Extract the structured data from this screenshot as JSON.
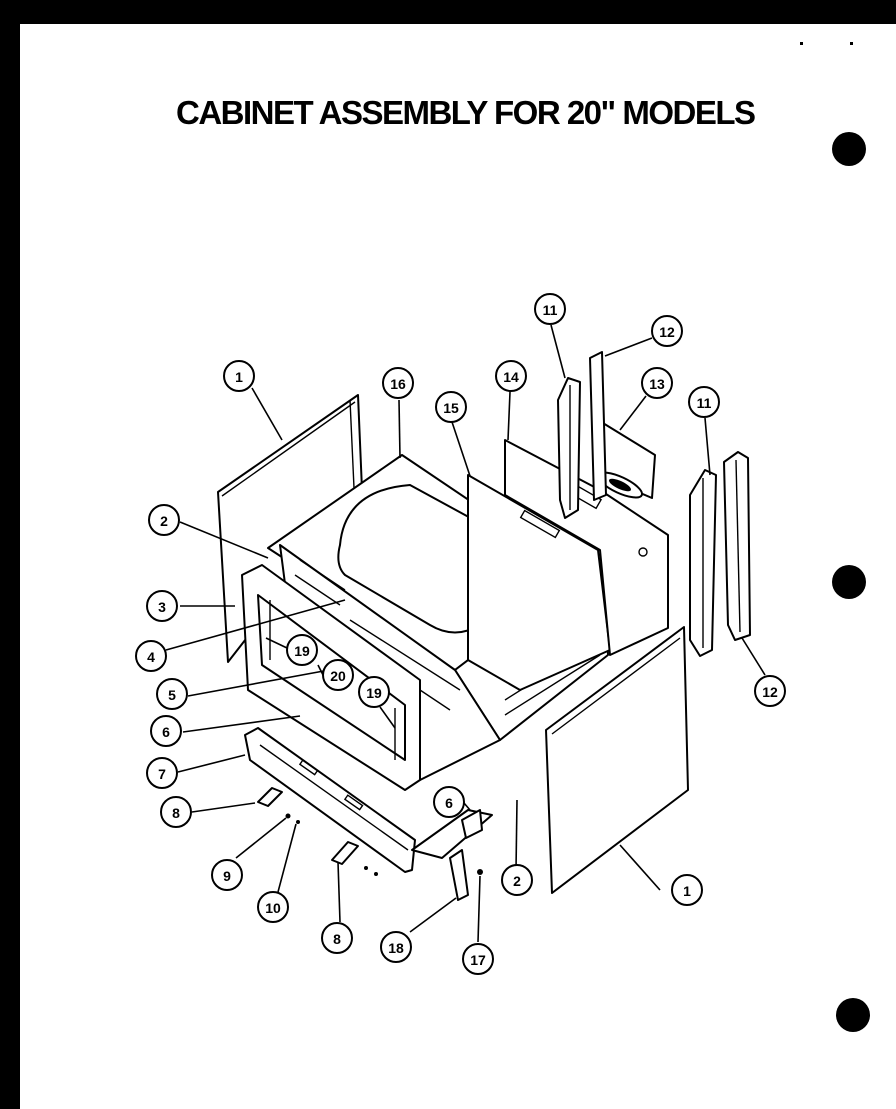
{
  "title": "CABINET ASSEMBLY FOR 20\" MODELS",
  "callouts": [
    {
      "id": "c1a",
      "label": "1"
    },
    {
      "id": "c1b",
      "label": "1"
    },
    {
      "id": "c2a",
      "label": "2"
    },
    {
      "id": "c2b",
      "label": "2"
    },
    {
      "id": "c3",
      "label": "3"
    },
    {
      "id": "c4",
      "label": "4"
    },
    {
      "id": "c5",
      "label": "5"
    },
    {
      "id": "c6a",
      "label": "6"
    },
    {
      "id": "c6b",
      "label": "6"
    },
    {
      "id": "c7",
      "label": "7"
    },
    {
      "id": "c8a",
      "label": "8"
    },
    {
      "id": "c8b",
      "label": "8"
    },
    {
      "id": "c9",
      "label": "9"
    },
    {
      "id": "c10",
      "label": "10"
    },
    {
      "id": "c11a",
      "label": "11"
    },
    {
      "id": "c11b",
      "label": "11"
    },
    {
      "id": "c12a",
      "label": "12"
    },
    {
      "id": "c12b",
      "label": "12"
    },
    {
      "id": "c13",
      "label": "13"
    },
    {
      "id": "c14",
      "label": "14"
    },
    {
      "id": "c15",
      "label": "15"
    },
    {
      "id": "c16",
      "label": "16"
    },
    {
      "id": "c17",
      "label": "17"
    },
    {
      "id": "c18",
      "label": "18"
    },
    {
      "id": "c19a",
      "label": "19"
    },
    {
      "id": "c19b",
      "label": "19"
    },
    {
      "id": "c20",
      "label": "20"
    }
  ]
}
